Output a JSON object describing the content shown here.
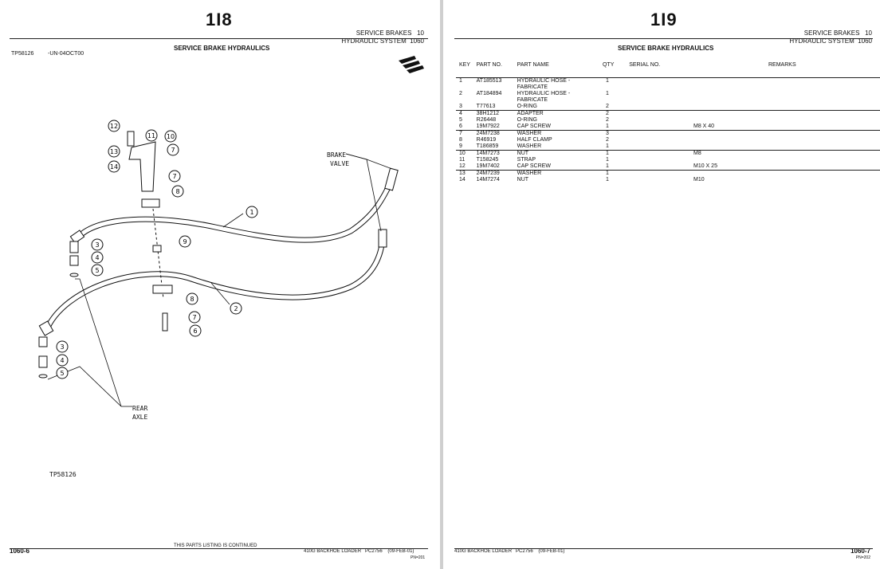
{
  "left_page": {
    "page_index": "1I8",
    "section": "SERVICE BRAKES",
    "section_num": "10",
    "group": "HYDRAULIC SYSTEM",
    "group_num": "1060",
    "title": "SERVICE BRAKE HYDRAULICS",
    "figure_id": "TP58126",
    "figure_date": "-UN-04OCT00",
    "diagram": {
      "figure_label": "TP58126",
      "labels": {
        "brake_valve": [
          "BRAKE",
          "VALVE"
        ],
        "rear_axle": [
          "REAR",
          "AXLE"
        ]
      },
      "callouts": [
        "12",
        "11",
        "10",
        "7",
        "13",
        "14",
        "7",
        "8",
        "1",
        "3",
        "4",
        "5",
        "9",
        "8",
        "2",
        "7",
        "6",
        "3",
        "4",
        "5"
      ]
    },
    "footer": {
      "page_num": "1060-6",
      "continued": "THIS PARTS LISTING IS CONTINUED",
      "machine": "410G BACKHOE LOADER",
      "catalog": "PC2756",
      "date": "(09-FEB-01)",
      "pn": "PN=201"
    }
  },
  "right_page": {
    "page_index": "1I9",
    "section": "SERVICE BRAKES",
    "section_num": "10",
    "group": "HYDRAULIC SYSTEM",
    "group_num": "1060",
    "title": "SERVICE BRAKE HYDRAULICS",
    "table": {
      "headers": {
        "key": "KEY",
        "part_no": "PART NO.",
        "part_name": "PART NAME",
        "qty": "QTY",
        "serial_no": "SERIAL NO.",
        "remarks": "REMARKS"
      },
      "rows": [
        {
          "key": "1",
          "part_no": "AT185513",
          "part_name": "HYDRAULIC HOSE - FABRICATE",
          "qty": "1",
          "serial_no": "",
          "remarks": ""
        },
        {
          "key": "2",
          "part_no": "AT184894",
          "part_name": "HYDRAULIC HOSE - FABRICATE",
          "qty": "1",
          "serial_no": "",
          "remarks": ""
        },
        {
          "key": "3",
          "part_no": "T77613",
          "part_name": "O-RING",
          "qty": "2",
          "serial_no": "",
          "remarks": ""
        },
        {
          "key": "4",
          "part_no": "38H1212",
          "part_name": "ADAPTER",
          "qty": "2",
          "serial_no": "",
          "remarks": ""
        },
        {
          "key": "5",
          "part_no": "R26448",
          "part_name": "O-RING",
          "qty": "2",
          "serial_no": "",
          "remarks": ""
        },
        {
          "key": "6",
          "part_no": "19M7922",
          "part_name": "CAP SCREW",
          "qty": "1",
          "serial_no": "",
          "remarks": "M8 X 40"
        },
        {
          "key": "7",
          "part_no": "24M7238",
          "part_name": "WASHER",
          "qty": "3",
          "serial_no": "",
          "remarks": ""
        },
        {
          "key": "8",
          "part_no": "R46919",
          "part_name": "HALF CLAMP",
          "qty": "2",
          "serial_no": "",
          "remarks": ""
        },
        {
          "key": "9",
          "part_no": "T186859",
          "part_name": "WASHER",
          "qty": "1",
          "serial_no": "",
          "remarks": ""
        },
        {
          "key": "10",
          "part_no": "14M7273",
          "part_name": "NUT",
          "qty": "1",
          "serial_no": "",
          "remarks": "M8"
        },
        {
          "key": "11",
          "part_no": "T158245",
          "part_name": "STRAP",
          "qty": "1",
          "serial_no": "",
          "remarks": ""
        },
        {
          "key": "12",
          "part_no": "19M7402",
          "part_name": "CAP SCREW",
          "qty": "1",
          "serial_no": "",
          "remarks": "M10 X 25"
        },
        {
          "key": "13",
          "part_no": "24M7239",
          "part_name": "WASHER",
          "qty": "1",
          "serial_no": "",
          "remarks": ""
        },
        {
          "key": "14",
          "part_no": "14M7274",
          "part_name": "NUT",
          "qty": "1",
          "serial_no": "",
          "remarks": "M10"
        }
      ]
    },
    "footer": {
      "machine": "410G BACKHOE LOADER",
      "catalog": "PC2756",
      "date": "(09-FEB-01)",
      "page_num": "1060-7",
      "pn": "PN=202"
    }
  }
}
